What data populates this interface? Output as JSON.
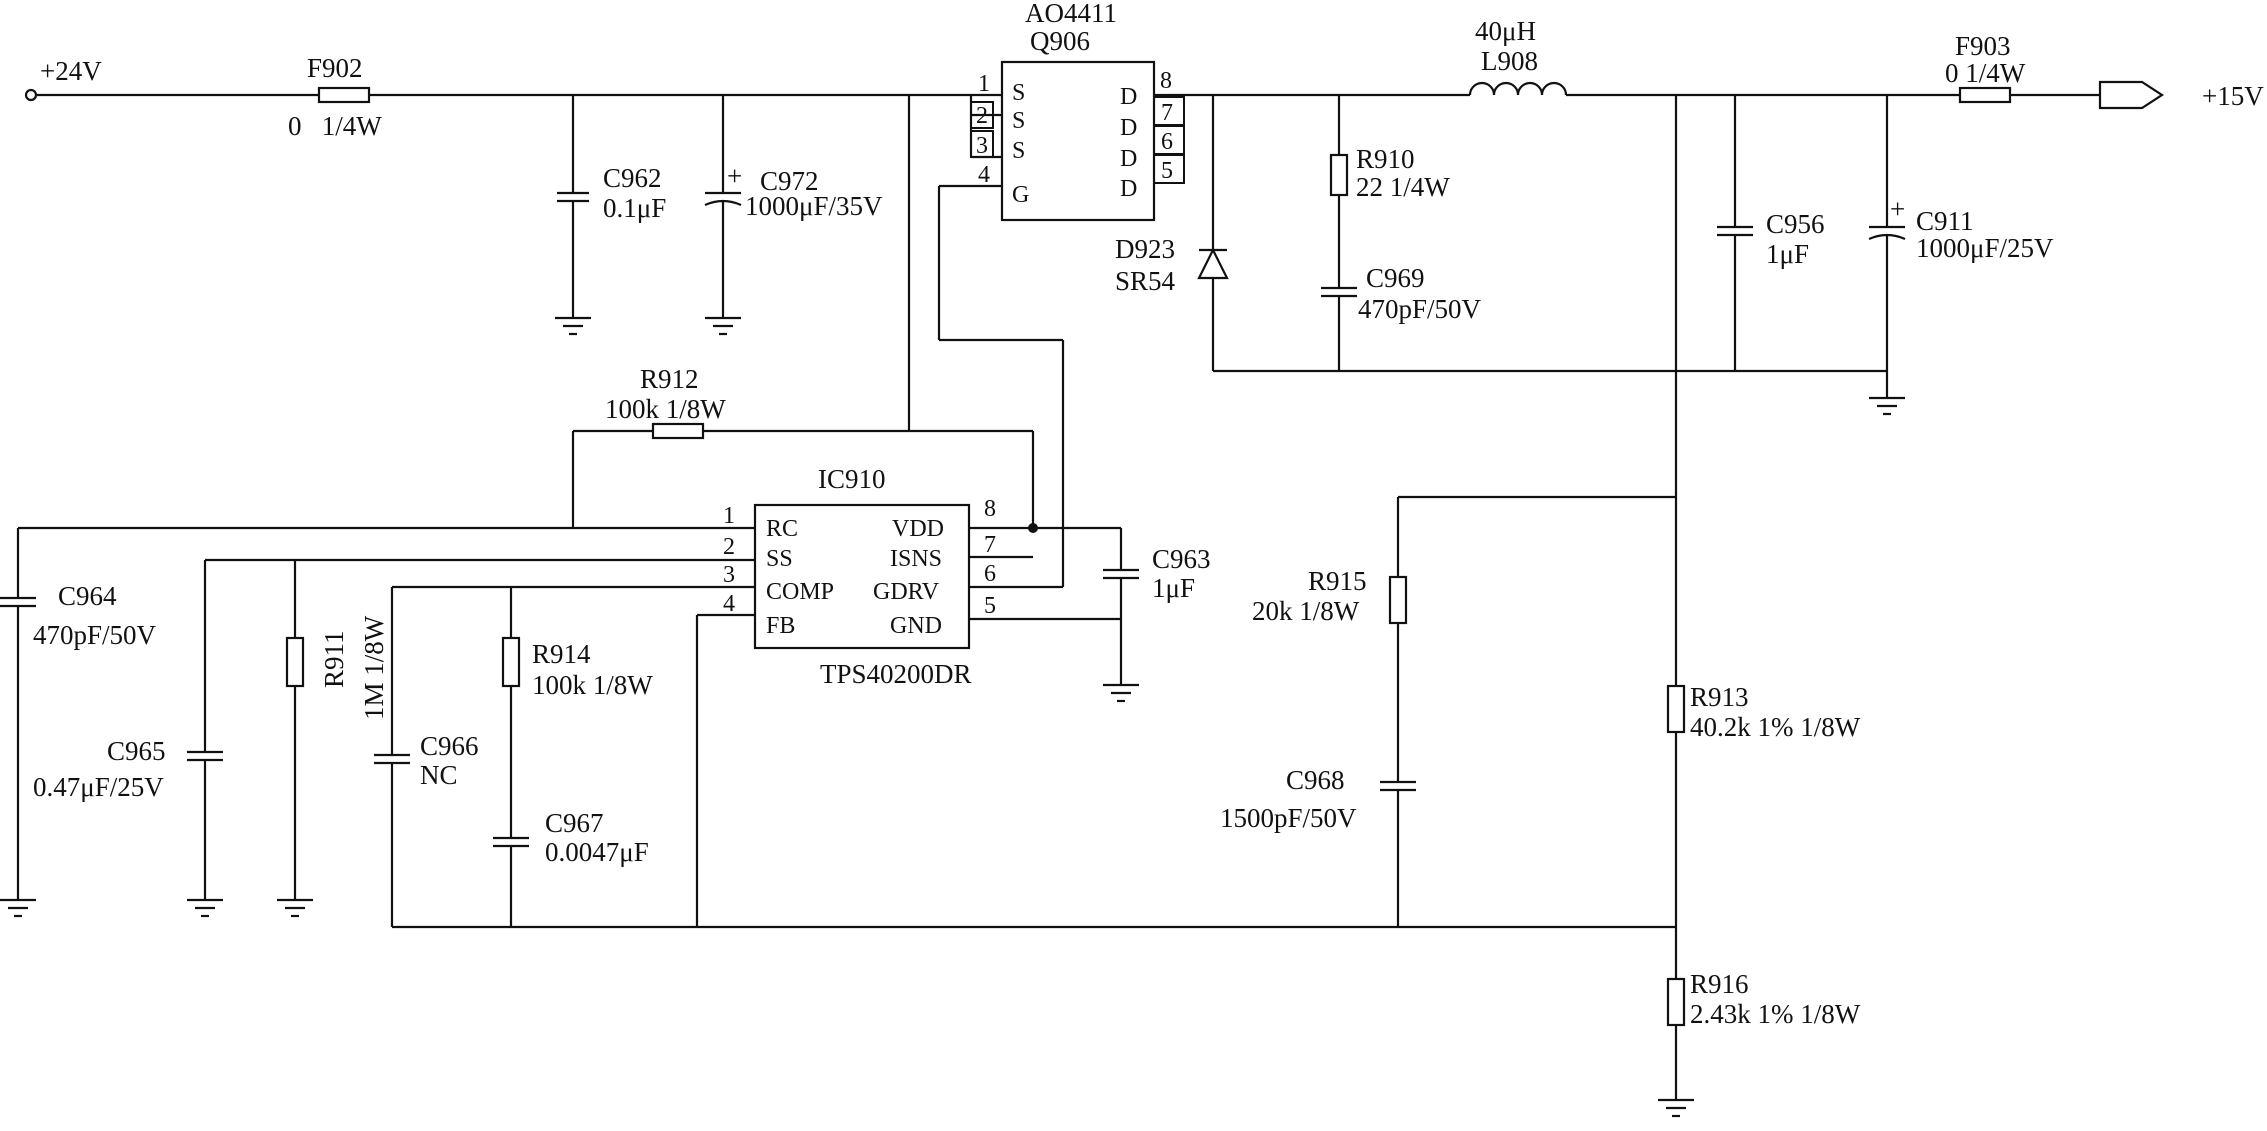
{
  "net_labels": {
    "vin": "+24V",
    "vout": "+15V"
  },
  "ics": {
    "q906": {
      "part": "AO4411",
      "ref": "Q906",
      "pins": [
        {
          "num": "1",
          "name": "S"
        },
        {
          "num": "2",
          "name": "S"
        },
        {
          "num": "3",
          "name": "S"
        },
        {
          "num": "4",
          "name": "G"
        },
        {
          "num": "8",
          "name": "D"
        },
        {
          "num": "7",
          "name": "D"
        },
        {
          "num": "6",
          "name": "D"
        },
        {
          "num": "5",
          "name": "D"
        }
      ]
    },
    "ic910": {
      "ref": "IC910",
      "part": "TPS40200DR",
      "pins": [
        {
          "num": "1",
          "name": "RC"
        },
        {
          "num": "2",
          "name": "SS"
        },
        {
          "num": "3",
          "name": "COMP"
        },
        {
          "num": "4",
          "name": "FB"
        },
        {
          "num": "8",
          "name": "VDD"
        },
        {
          "num": "7",
          "name": "ISNS"
        },
        {
          "num": "6",
          "name": "GDRV"
        },
        {
          "num": "5",
          "name": "GND"
        }
      ]
    }
  },
  "components": {
    "f902": {
      "ref": "F902",
      "value": "0   1/4W"
    },
    "f903": {
      "ref": "F903",
      "value": "0 1/4W"
    },
    "c962": {
      "ref": "C962",
      "value": "0.1μF"
    },
    "c972": {
      "ref": "C972",
      "value": "1000μF/35V"
    },
    "l908": {
      "value": "40μH",
      "ref": "L908"
    },
    "r910": {
      "ref": "R910",
      "value": "22 1/4W"
    },
    "c969": {
      "ref": "C969",
      "value": "470pF/50V"
    },
    "d923": {
      "ref": "D923",
      "value": "SR54"
    },
    "c956": {
      "ref": "C956",
      "value": "1μF"
    },
    "c911": {
      "ref": "C911",
      "value": "1000μF/25V"
    },
    "r912": {
      "ref": "R912",
      "value": "100k 1/8W"
    },
    "c963": {
      "ref": "C963",
      "value": "1μF"
    },
    "c964": {
      "ref": "C964",
      "value": "470pF/50V"
    },
    "c965": {
      "ref": "C965",
      "value": "0.47μF/25V"
    },
    "r911": {
      "ref": "R911",
      "value": "1M 1/8W"
    },
    "c966": {
      "ref": "C966",
      "value": "NC"
    },
    "r914": {
      "ref": "R914",
      "value": "100k 1/8W"
    },
    "c967": {
      "ref": "C967",
      "value": "0.0047μF"
    },
    "r915": {
      "ref": "R915",
      "value": "20k 1/8W"
    },
    "c968": {
      "ref": "C968",
      "value": "1500pF/50V"
    },
    "r913": {
      "ref": "R913",
      "value": "40.2k 1% 1/8W"
    },
    "r916": {
      "ref": "R916",
      "value": "2.43k 1% 1/8W"
    }
  },
  "symbols": {
    "polarity_mark": "+"
  },
  "icons": {
    "ground": "ground-icon",
    "connector": "output-arrow-icon",
    "terminal": "input-terminal-icon"
  }
}
